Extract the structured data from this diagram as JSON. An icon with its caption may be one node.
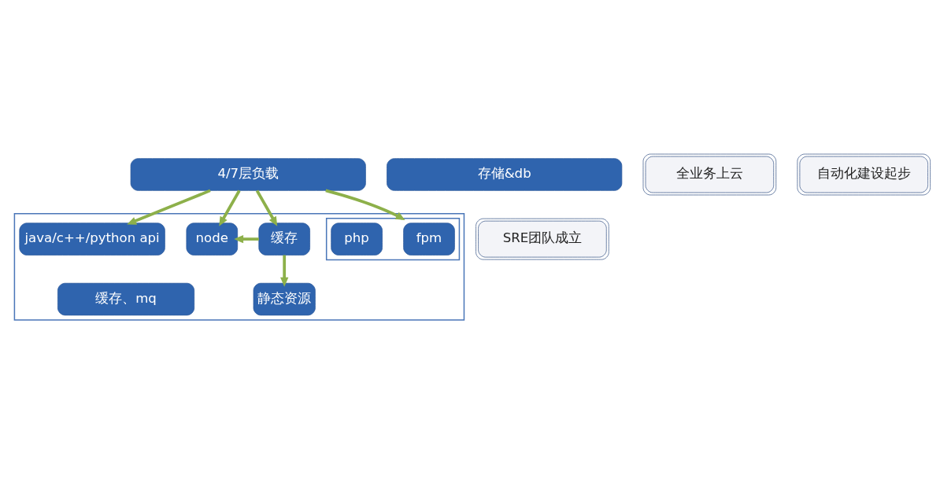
{
  "diagram": {
    "nodes": [
      {
        "text": [
          "4/7层负载"
        ]
      },
      {
        "text": [],
        "shape": "box"
      },
      {
        "text": [
          "缓存"
        ],
        "in": 1
      },
      {
        "text": [
          "node"
        ],
        "in": 1
      },
      {
        "text": [],
        "shape": "box",
        "in": 1
      },
      {
        "text": [
          "fpm"
        ],
        "in": 4
      },
      {
        "text": [
          "php"
        ],
        "in": 4
      },
      {
        "text": [
          "java/c++/python api"
        ],
        "in": 1
      },
      {
        "text": [
          "静态资源"
        ],
        "in": 1
      },
      {
        "text": [
          "缓存、mq"
        ],
        "in": 1
      },
      {
        "text": [
          "存储&db"
        ]
      },
      {
        "text": [
          "全业务上云"
        ]
      },
      {
        "text": [
          "SRE团队成立"
        ]
      },
      {
        "text": [
          "自动化建设起步"
        ]
      }
    ],
    "edges": [
      {
        "from": 0,
        "to": 2,
        "arrow": "to"
      },
      {
        "from": 0,
        "to": 3,
        "arrow": "to"
      },
      {
        "from": 0,
        "to": 7,
        "arrow": "to"
      },
      {
        "from": 0,
        "to": 4,
        "arrow": "to"
      },
      {
        "from": 2,
        "to": 3,
        "arrow": "to"
      },
      {
        "from": 2,
        "to": 8,
        "arrow": "to"
      }
    ]
  }
}
